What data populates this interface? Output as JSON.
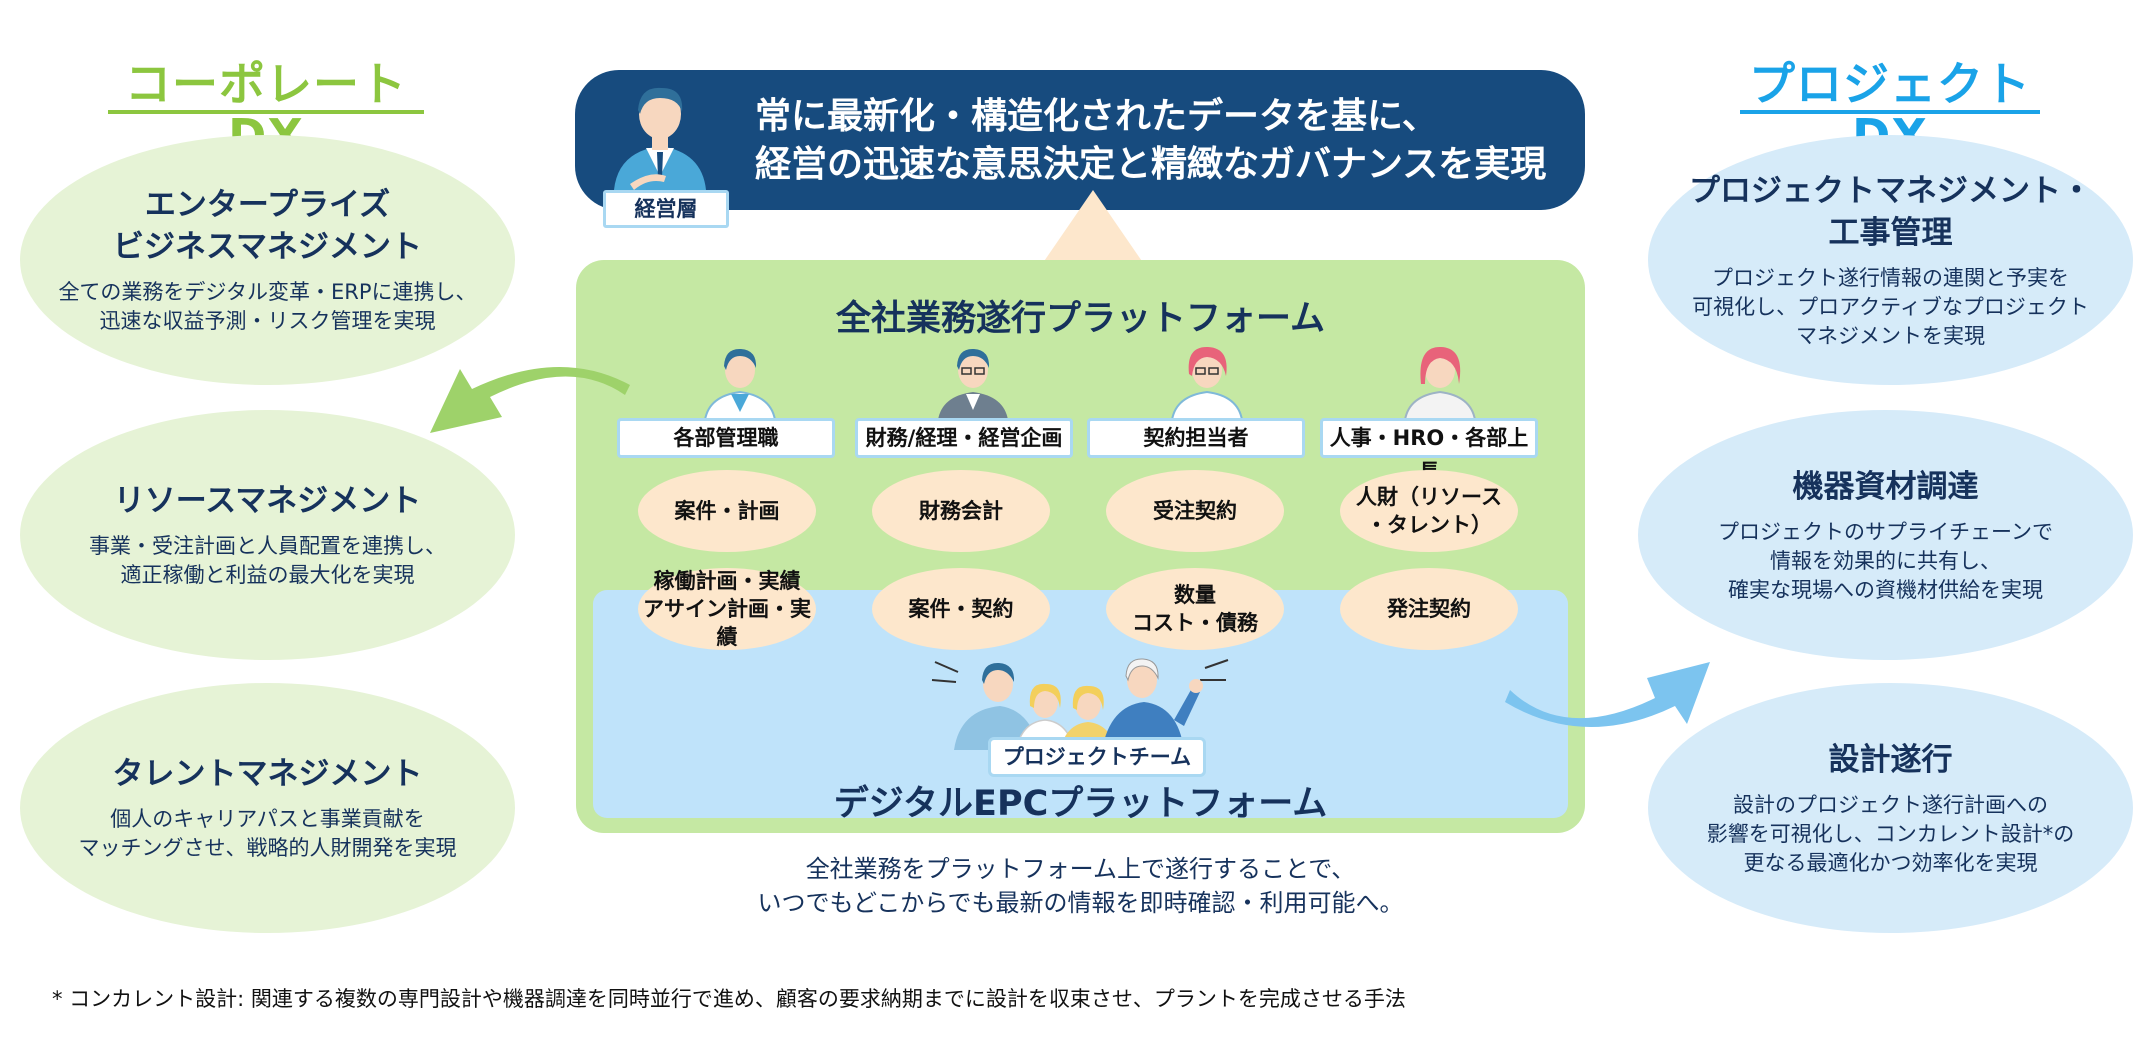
{
  "corporate_dx": {
    "title": "コーポレートDX",
    "items": [
      {
        "title_line1": "エンタープライズ",
        "title_line2": "ビジネスマネジメント",
        "desc_line1": "全ての業務をデジタル変革・ERPに連携し、",
        "desc_line2": "迅速な収益予測・リスク管理を実現"
      },
      {
        "title_line1": "リソースマネジメント",
        "title_line2": "",
        "desc_line1": "事業・受注計画と人員配置を連携し、",
        "desc_line2": "適正稼働と利益の最大化を実現"
      },
      {
        "title_line1": "タレントマネジメント",
        "title_line2": "",
        "desc_line1": "個人のキャリアパスと事業貢献を",
        "desc_line2": "マッチングさせ、戦略的人財開発を実現"
      }
    ]
  },
  "project_dx": {
    "title": "プロジェクトDX",
    "items": [
      {
        "title_line1": "プロジェクトマネジメント・",
        "title_line2": "工事管理",
        "desc_line1": "プロジェクト遂行情報の連関と予実を",
        "desc_line2": "可視化し、プロアクティブなプロジェクト",
        "desc_line3": "マネジメントを実現"
      },
      {
        "title_line1": "機器資材調達",
        "title_line2": "",
        "desc_line1": "プロジェクトのサプライチェーンで",
        "desc_line2": "情報を効果的に共有し、",
        "desc_line3": "確実な現場への資機材供給を実現"
      },
      {
        "title_line1": "設計遂行",
        "title_line2": "",
        "desc_line1": "設計のプロジェクト遂行計画への",
        "desc_line2": "影響を可視化し、コンカレント設計*の",
        "desc_line3": "更なる最適化かつ効率化を実現"
      }
    ]
  },
  "executive": {
    "line1": "常に最新化・構造化されたデータを基に、",
    "line2": "経営の迅速な意思決定と精緻なガバナンスを実現",
    "tag": "経営層"
  },
  "platform": {
    "title": "全社業務遂行プラットフォーム",
    "roles": [
      "各部管理職",
      "財務/経理・経営企画",
      "契約担当者",
      "人事・HRO・各部上長"
    ],
    "upper_tasks": [
      "案件・計画",
      "財務会計",
      "受注契約",
      "人財（リソース\n・タレント）"
    ],
    "lower_tasks": [
      "稼働計画・実績\nアサイン計画・実績",
      "案件・契約",
      "数量\nコスト・債務",
      "発注契約"
    ],
    "team_tag": "プロジェクトチーム",
    "epc_title": "デジタルEPCプラットフォーム"
  },
  "caption": {
    "line1": "全社業務をプラットフォーム上で遂行することで、",
    "line2": "いつでもどこからでも最新の情報を即時確認・利用可能へ。"
  },
  "footnote": "* コンカレント設計: 関連する複数の専門設計や機器調達を同時並行で進め、顧客の要求納期までに設計を収束させ、プラントを完成させる手法",
  "colors": {
    "navy": "#174b7e",
    "green_accent": "#8cc63f",
    "blue_accent": "#1aa3e8",
    "platform_green": "#c5e8a3",
    "epc_blue": "#bfe3fa",
    "task_peach": "#fde7cc"
  }
}
